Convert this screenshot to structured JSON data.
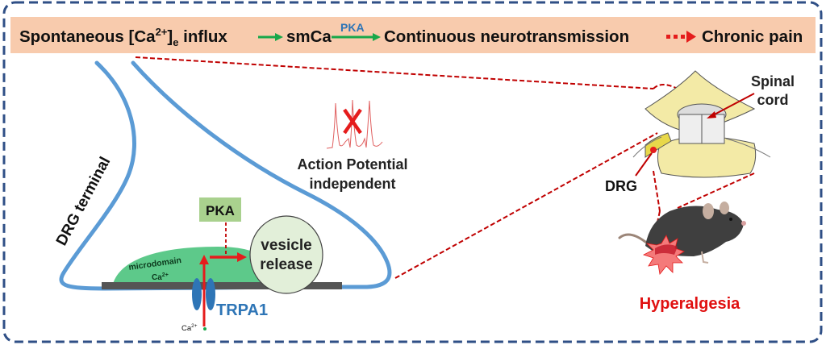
{
  "colors": {
    "frame_border": "#2f4f86",
    "header_band": "#f8cbad",
    "membrane_blue": "#5b9bd5",
    "arrow_green": "#19a84a",
    "pka_label_blue": "#2e75b6",
    "dashed_red": "#c00000",
    "arrow_red": "#e51c1c",
    "pka_box": "#a9d18e",
    "microdomain_green": "#5dc98a",
    "vesicle_fill": "#e2efd9",
    "active_zone_gray": "#555555",
    "trpa1_blue": "#2e75b6",
    "hyperalgesia_red": "#e01010",
    "ap_trace": "#e06060"
  },
  "header": {
    "step1_prefix": "Spontaneous [Ca",
    "step1_sup": "2+",
    "step1_bracket": "]",
    "step1_sub": "e",
    "step1_suffix": " influx",
    "arrow1": "green-arrow-icon",
    "step2": "smCa",
    "arrow2_label": "PKA",
    "arrow2": "green-arrow-icon",
    "step3": "Continuous neurotransmission",
    "arrow3": "red-dotted-arrow-icon",
    "step4": "Chronic pain"
  },
  "terminal": {
    "label": "DRG terminal",
    "ap_icon": "action-potential-crossed-icon",
    "ap_line1": "Action Potential",
    "ap_line2": "independent",
    "pka": "PKA",
    "vesicle_line1": "vesicle",
    "vesicle_line2": "release",
    "microdomain_line1": "microdomain",
    "microdomain_ca": "Ca",
    "microdomain_sup": "2+",
    "channel": "TRPA1",
    "ion": "Ca",
    "ion_sup": "2+"
  },
  "anatomy": {
    "spinal_line1": "Spinal",
    "spinal_line2": "cord",
    "drg": "DRG",
    "outcome": "Hyperalgesia",
    "spine_icon": "vertebra-illustration",
    "mouse_icon": "mouse-illustration"
  }
}
